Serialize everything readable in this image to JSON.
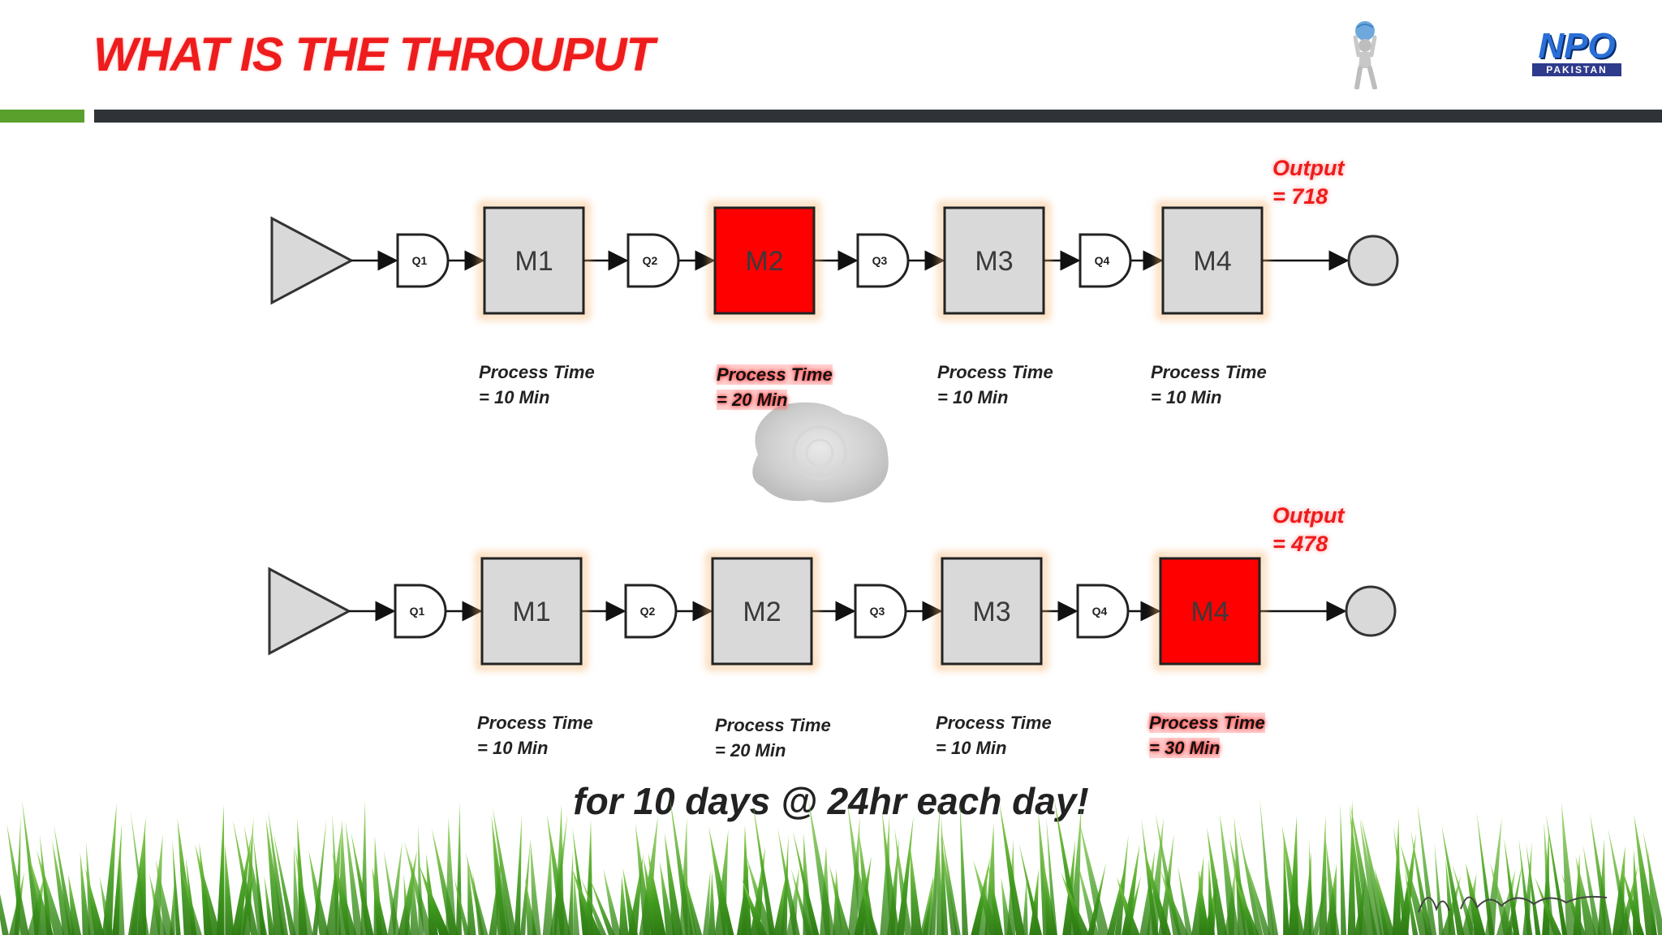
{
  "title": "WHAT IS THE THROUPUT",
  "logo": {
    "name": "NPO",
    "subtitle": "PAKISTAN"
  },
  "colors": {
    "title": "#ee1c1c",
    "bottleneck": "#ff0000",
    "machine": "#d9d9d9",
    "flow_glow": "#7fe3ff"
  },
  "lines": [
    {
      "queues": [
        "Q1",
        "Q2",
        "Q3",
        "Q4"
      ],
      "machines": [
        {
          "label": "M1",
          "process_label": "Process Time",
          "process_value": "= 10 Min",
          "bottleneck": false
        },
        {
          "label": "M2",
          "process_label": "Process Time",
          "process_value": "= 20 Min",
          "bottleneck": true
        },
        {
          "label": "M3",
          "process_label": "Process Time",
          "process_value": "= 10 Min",
          "bottleneck": false
        },
        {
          "label": "M4",
          "process_label": "Process Time",
          "process_value": "= 10 Min",
          "bottleneck": false
        }
      ],
      "output_label": "Output",
      "output_value": "= 718"
    },
    {
      "queues": [
        "Q1",
        "Q2",
        "Q3",
        "Q4"
      ],
      "machines": [
        {
          "label": "M1",
          "process_label": "Process Time",
          "process_value": "= 10 Min",
          "bottleneck": false
        },
        {
          "label": "M2",
          "process_label": "Process Time",
          "process_value": "= 20 Min",
          "bottleneck": false
        },
        {
          "label": "M3",
          "process_label": "Process Time",
          "process_value": "= 10 Min",
          "bottleneck": false
        },
        {
          "label": "M4",
          "process_label": "Process Time",
          "process_value": "= 30 Min",
          "bottleneck": true
        }
      ],
      "output_label": "Output",
      "output_value": "= 478"
    }
  ],
  "caption": "for 10 days @ 24hr each day!"
}
